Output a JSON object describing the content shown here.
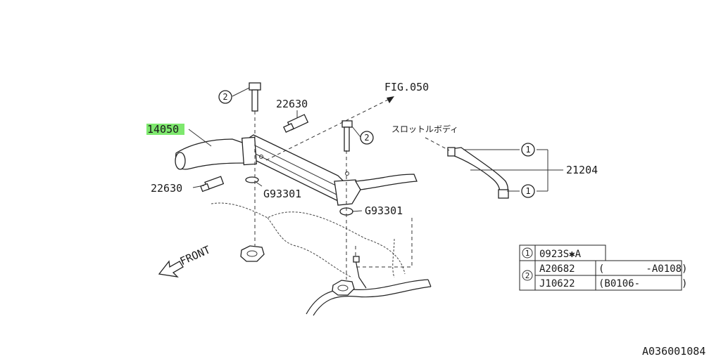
{
  "figure": {
    "ref": "FIG.050",
    "throttle_body": "スロットルボディ",
    "front": "FRONT",
    "catalog_code": "A036001084"
  },
  "parts": {
    "main_pipe": "14050",
    "sensor_upper": "22630",
    "sensor_lower": "22630",
    "gasket_left": "G93301",
    "gasket_right": "G93301",
    "hose": "21204",
    "callout_2": "2",
    "callout_1": "1"
  },
  "legend_table": {
    "rows": [
      {
        "num": "1",
        "code": "0923S✱A",
        "range": ""
      },
      {
        "num": "2",
        "code": "A20682",
        "range": "(       -A0108)"
      },
      {
        "num": "",
        "code": "J10622",
        "range": "(B0106-       )"
      }
    ]
  },
  "colors": {
    "highlight": "#7ee86e",
    "line": "#222222"
  }
}
